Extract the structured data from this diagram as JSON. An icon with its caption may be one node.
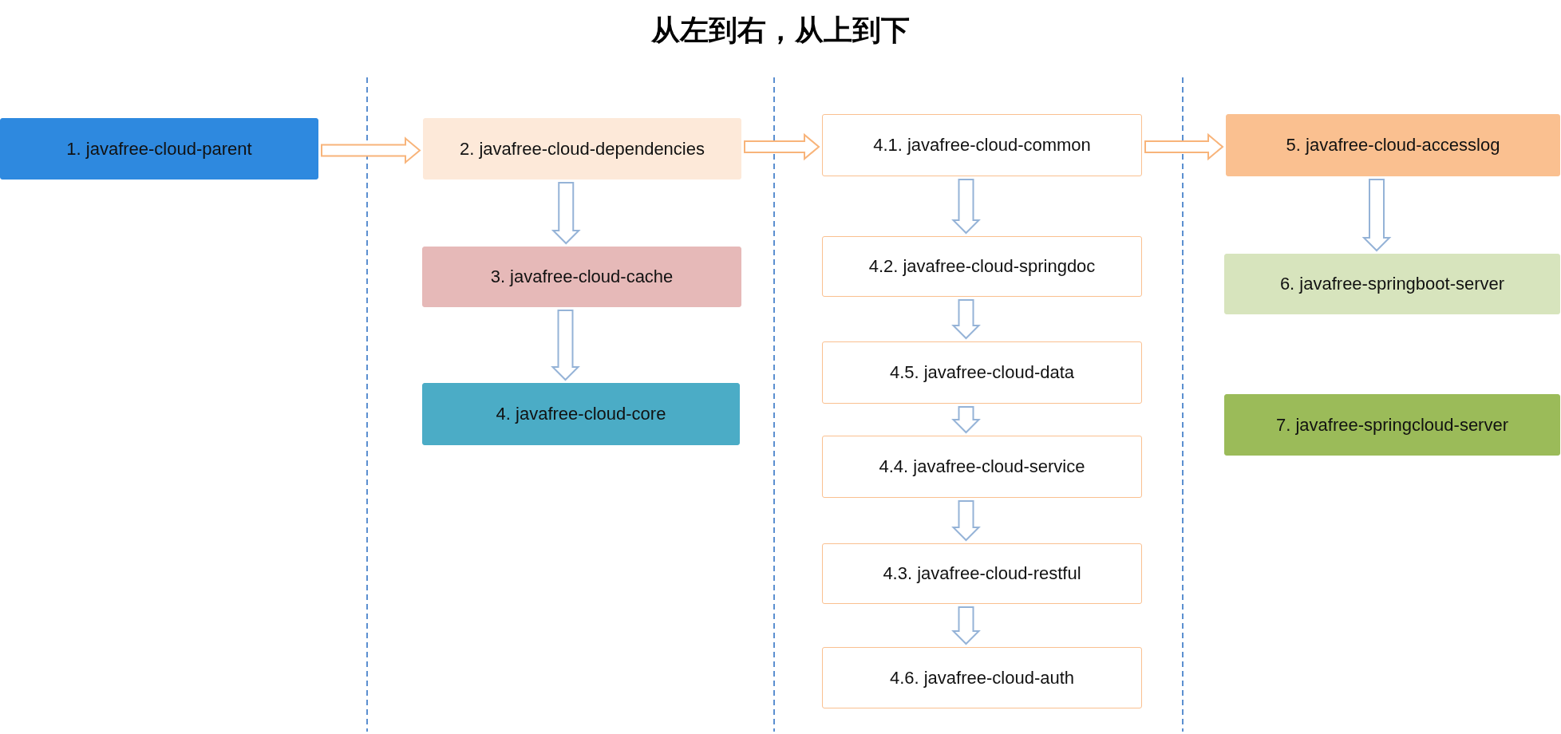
{
  "diagram": {
    "title": "从左到右，从上到下",
    "nodes": [
      {
        "text": [
          "1. javafree-cloud-parent"
        ]
      },
      {
        "text": [
          "2. javafree-cloud-dependencies"
        ]
      },
      {
        "text": [
          "3. javafree-cloud-cache"
        ]
      },
      {
        "text": [
          "4. javafree-cloud-core"
        ]
      },
      {
        "text": [
          "4.1. javafree-cloud-common"
        ]
      },
      {
        "text": [
          "4.2. javafree-cloud-springdoc"
        ]
      },
      {
        "text": [
          "4.5. javafree-cloud-data"
        ]
      },
      {
        "text": [
          "4.4. javafree-cloud-service"
        ]
      },
      {
        "text": [
          "4.3. javafree-cloud-restful"
        ]
      },
      {
        "text": [
          "4.6. javafree-cloud-auth"
        ]
      },
      {
        "text": [
          "5. javafree-cloud-accesslog"
        ]
      },
      {
        "text": [
          "6. javafree-springboot-server"
        ]
      },
      {
        "text": [
          "7. javafree-springcloud-server"
        ]
      }
    ],
    "edges": [
      {
        "from": 0,
        "to": 1,
        "arrow": "to",
        "color": "#f8b47a"
      },
      {
        "from": 1,
        "to": 4,
        "arrow": "to",
        "color": "#f8b47a"
      },
      {
        "from": 4,
        "to": 10,
        "arrow": "to",
        "color": "#f8b47a"
      },
      {
        "from": 1,
        "to": 2,
        "arrow": "to"
      },
      {
        "from": 2,
        "to": 3,
        "arrow": "to"
      },
      {
        "from": 4,
        "to": 5,
        "arrow": "to"
      },
      {
        "from": 5,
        "to": 6,
        "arrow": "to"
      },
      {
        "from": 6,
        "to": 7,
        "arrow": "to"
      },
      {
        "from": 7,
        "to": 8,
        "arrow": "to"
      },
      {
        "from": 8,
        "to": 9,
        "arrow": "to"
      },
      {
        "from": 10,
        "to": 11,
        "arrow": "to"
      }
    ]
  }
}
